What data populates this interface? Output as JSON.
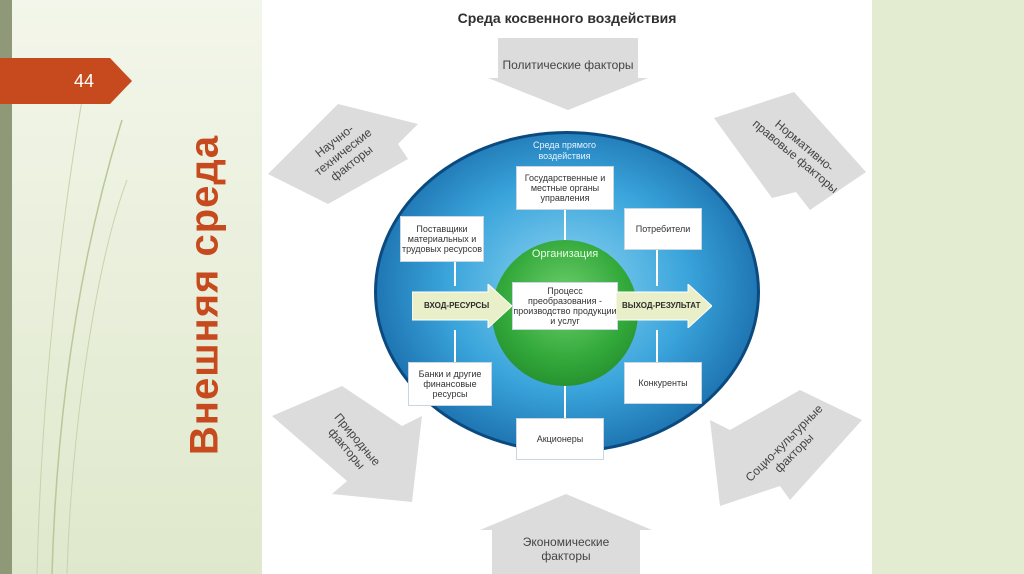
{
  "slide": {
    "number": "44",
    "title": "Внешняя среда"
  },
  "diagram": {
    "title": "Среда косвенного воздействия",
    "indirect_factors": {
      "political": "Политические факторы",
      "scientific_technical": "Научно-технические факторы",
      "legal": "Нормативно-правовые факторы",
      "natural": "Природные факторы",
      "socio_cultural": "Социо-культурные факторы",
      "economic": "Экономические факторы"
    },
    "direct_environment_label": "Среда прямого воздействия",
    "boxes": {
      "government": "Государственные и местные органы управления",
      "suppliers": "Поставщики материальных и трудовых ресурсов",
      "consumers": "Потребители",
      "banks": "Банки и другие финансовые ресурсы",
      "competitors": "Конкуренты",
      "shareholders": "Акционеры",
      "process": "Процесс преобразования - производство продукции и услуг"
    },
    "organization_label": "Организация",
    "input_label": "ВХОД-РЕСУРСЫ",
    "output_label": "ВЫХОД-РЕЗУЛЬТАТ"
  },
  "colors": {
    "accent": "#c74a1f",
    "globe": "#1f7bc1",
    "organization": "#32a83a",
    "factor_arrow": "#dcdcdc"
  }
}
